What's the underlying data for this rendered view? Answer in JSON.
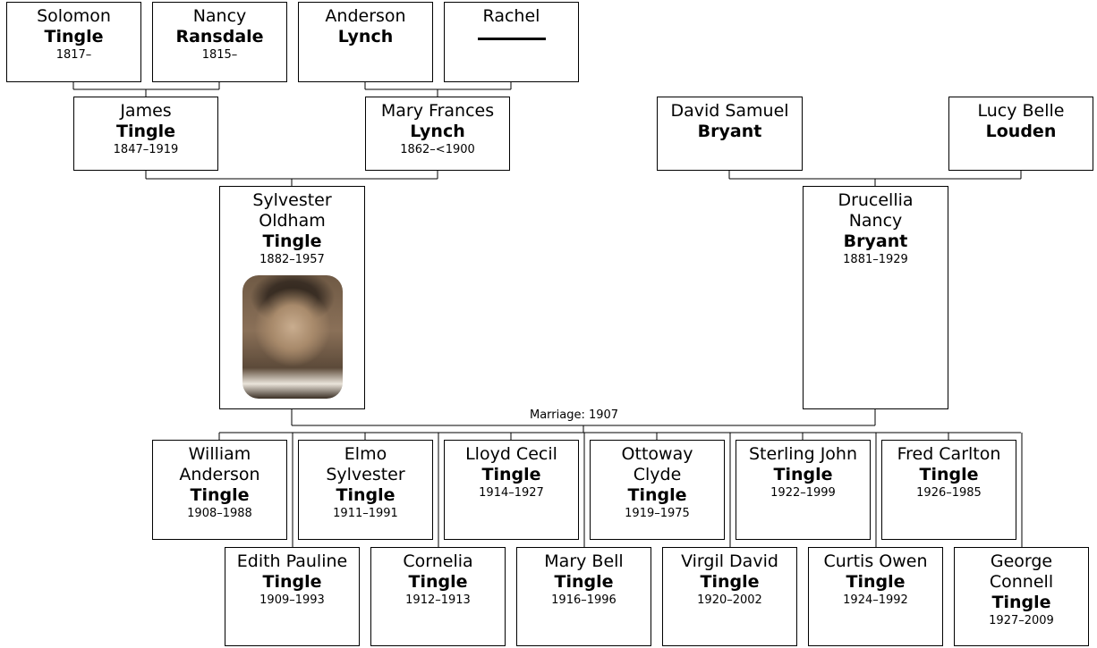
{
  "people": [
    {
      "id": "solomon",
      "given": "Solomon",
      "surname": "Tingle",
      "dates": "1817–"
    },
    {
      "id": "nancy-r",
      "given": "Nancy",
      "surname": "Ransdale",
      "dates": "1815–"
    },
    {
      "id": "anderson",
      "given": "Anderson",
      "surname": "Lynch",
      "dates": ""
    },
    {
      "id": "rachel",
      "given": "Rachel",
      "surname": "",
      "dates": "",
      "blank_surname": true
    },
    {
      "id": "james",
      "given": "James",
      "surname": "Tingle",
      "dates": "1847–1919"
    },
    {
      "id": "mary-frances",
      "given": "Mary Frances",
      "surname": "Lynch",
      "dates": "1862–<1900"
    },
    {
      "id": "david",
      "given": "David Samuel",
      "surname": "Bryant",
      "dates": ""
    },
    {
      "id": "lucy",
      "given": "Lucy Belle",
      "surname": "Louden",
      "dates": ""
    },
    {
      "id": "sylvester",
      "given": "Sylvester\nOldham",
      "surname": "Tingle",
      "dates": "1882–1957",
      "photo": true
    },
    {
      "id": "drucellia",
      "given": "Drucellia\nNancy",
      "surname": "Bryant",
      "dates": "1881–1929"
    },
    {
      "id": "william",
      "given": "William\nAnderson",
      "surname": "Tingle",
      "dates": "1908–1988"
    },
    {
      "id": "elmo",
      "given": "Elmo\nSylvester",
      "surname": "Tingle",
      "dates": "1911–1991"
    },
    {
      "id": "lloyd",
      "given": "Lloyd Cecil",
      "surname": "Tingle",
      "dates": "1914–1927"
    },
    {
      "id": "ottoway",
      "given": "Ottoway\nClyde",
      "surname": "Tingle",
      "dates": "1919–1975"
    },
    {
      "id": "sterling",
      "given": "Sterling John",
      "surname": "Tingle",
      "dates": "1922–1999"
    },
    {
      "id": "fred",
      "given": "Fred Carlton",
      "surname": "Tingle",
      "dates": "1926–1985"
    },
    {
      "id": "edith",
      "given": "Edith Pauline",
      "surname": "Tingle",
      "dates": "1909–1993"
    },
    {
      "id": "cornelia",
      "given": "Cornelia",
      "surname": "Tingle",
      "dates": "1912–1913"
    },
    {
      "id": "mary-bell",
      "given": "Mary Bell",
      "surname": "Tingle",
      "dates": "1916–1996"
    },
    {
      "id": "virgil",
      "given": "Virgil David",
      "surname": "Tingle",
      "dates": "1920–2002"
    },
    {
      "id": "curtis",
      "given": "Curtis Owen",
      "surname": "Tingle",
      "dates": "1924–1992"
    },
    {
      "id": "george",
      "given": "George\nConnell",
      "surname": "Tingle",
      "dates": "1927–2009"
    }
  ],
  "marriage_label": "Marriage: 1907"
}
